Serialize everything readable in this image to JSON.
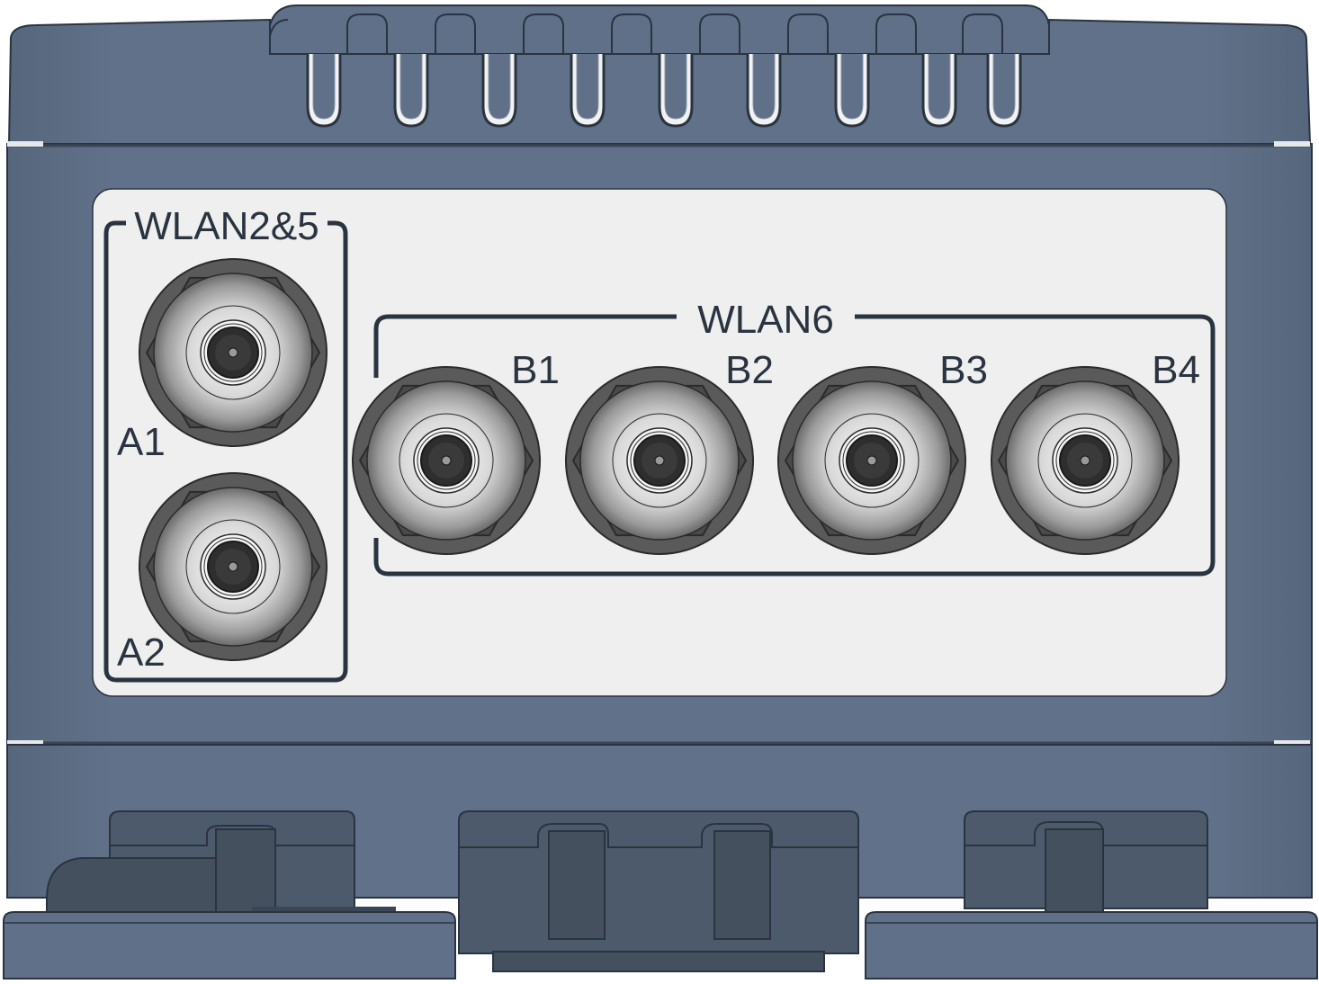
{
  "groups": {
    "wlan25": {
      "title": "WLAN2&5"
    },
    "wlan6": {
      "title": "WLAN6"
    }
  },
  "ports": [
    {
      "id": "a1",
      "label": "A1",
      "group": "WLAN2&5"
    },
    {
      "id": "a2",
      "label": "A2",
      "group": "WLAN2&5"
    },
    {
      "id": "b1",
      "label": "B1",
      "group": "WLAN6"
    },
    {
      "id": "b2",
      "label": "B2",
      "group": "WLAN6"
    },
    {
      "id": "b3",
      "label": "B3",
      "group": "WLAN6"
    },
    {
      "id": "b4",
      "label": "B4",
      "group": "WLAN6"
    }
  ],
  "colors": {
    "housing": "#5f7088",
    "housing_dark": "#44505e",
    "panel": "#efefef",
    "outline": "#2a3441"
  }
}
